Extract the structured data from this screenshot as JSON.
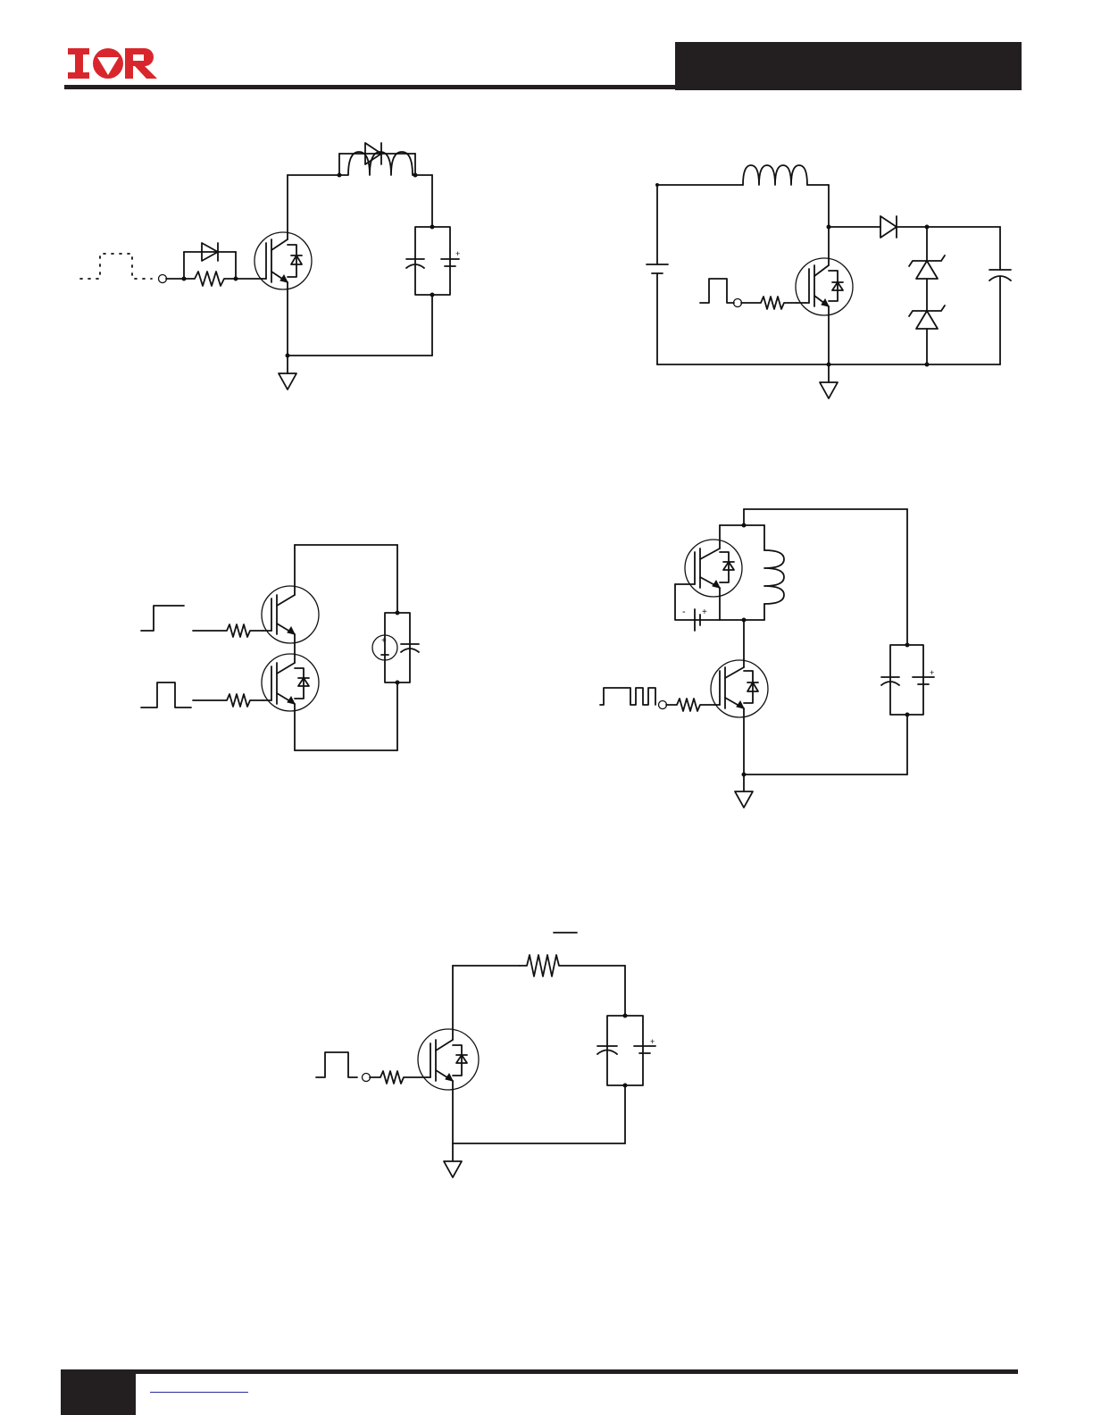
{
  "header": {
    "logo_text": "IOR",
    "brand_color": "#d9262c",
    "bar_color": "#231f20"
  },
  "figures": [
    {
      "id": "fig-1",
      "components": [
        "square-pulse-source",
        "gate-diode",
        "gate-resistor",
        "igbt",
        "freewheel-diode",
        "inductor",
        "capacitor",
        "dc-source",
        "ground"
      ]
    },
    {
      "id": "fig-2",
      "components": [
        "dc-source",
        "inductor",
        "pulse-source",
        "gate-resistor",
        "igbt",
        "diode",
        "zener-diode",
        "zener-diode",
        "capacitor",
        "ground"
      ]
    },
    {
      "id": "fig-3",
      "components": [
        "step-source",
        "pulse-source",
        "gate-resistor",
        "gate-resistor",
        "igbt-high",
        "igbt-low",
        "current-source",
        "capacitor"
      ]
    },
    {
      "id": "fig-4",
      "components": [
        "igbt-high",
        "inductor",
        "bias-battery",
        "pulse-train-source",
        "gate-resistor",
        "igbt-low",
        "capacitor",
        "dc-source",
        "ground"
      ]
    },
    {
      "id": "fig-5",
      "components": [
        "pulse-source",
        "gate-resistor",
        "igbt",
        "load-resistor",
        "capacitor",
        "dc-source",
        "ground"
      ]
    }
  ]
}
